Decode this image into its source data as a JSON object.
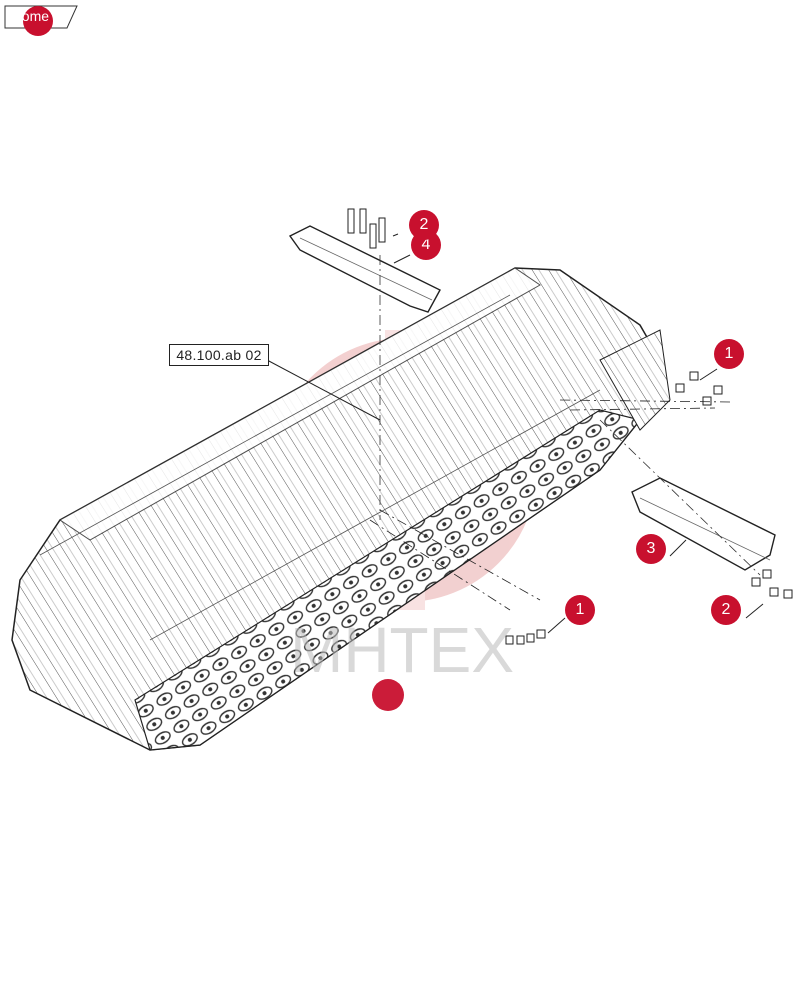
{
  "nav": {
    "home_label": "home"
  },
  "reference": {
    "label": "48.100.ab 02"
  },
  "callouts": [
    {
      "id": "upper-2",
      "label": "2"
    },
    {
      "id": "upper-4",
      "label": "4"
    },
    {
      "id": "right-1",
      "label": "1"
    },
    {
      "id": "right-3",
      "label": "3"
    },
    {
      "id": "lower-1",
      "label": "1"
    },
    {
      "id": "lower-2",
      "label": "2"
    }
  ],
  "watermark": {
    "text": "MHTEX"
  },
  "colors": {
    "accent": "#c8102e",
    "line": "#2a2a2a",
    "watermark": "#e8b0b0"
  }
}
